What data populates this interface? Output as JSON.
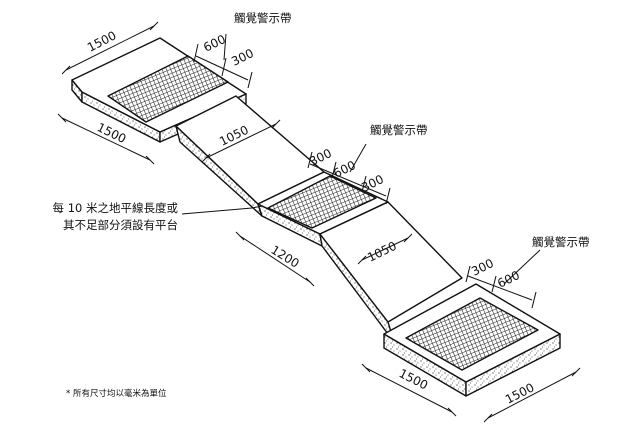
{
  "labels": {
    "tactile_top": "觸覺警示帶",
    "tactile_mid": "觸覺警示帶",
    "tactile_bottom": "觸覺警示帶",
    "landing_line1": "每 10 米之地平線長度或",
    "landing_line2": "其不足部分須設有平台",
    "footnote": "* 所有尺寸均以毫米為單位"
  },
  "dimensions": {
    "top_width": "1500",
    "top_length": "1500",
    "top_strip": "600",
    "top_offset": "300",
    "ramp1_width": "1050",
    "mid_offset_a": "300",
    "mid_strip": "600",
    "mid_offset_b": "300",
    "mid_length": "1200",
    "ramp2_width": "1050",
    "bottom_offset": "300",
    "bottom_strip": "600",
    "bottom_length": "1500",
    "bottom_width": "1500"
  },
  "colors": {
    "line": "#111111",
    "hatch": "#222222",
    "face": "#ffffff"
  }
}
